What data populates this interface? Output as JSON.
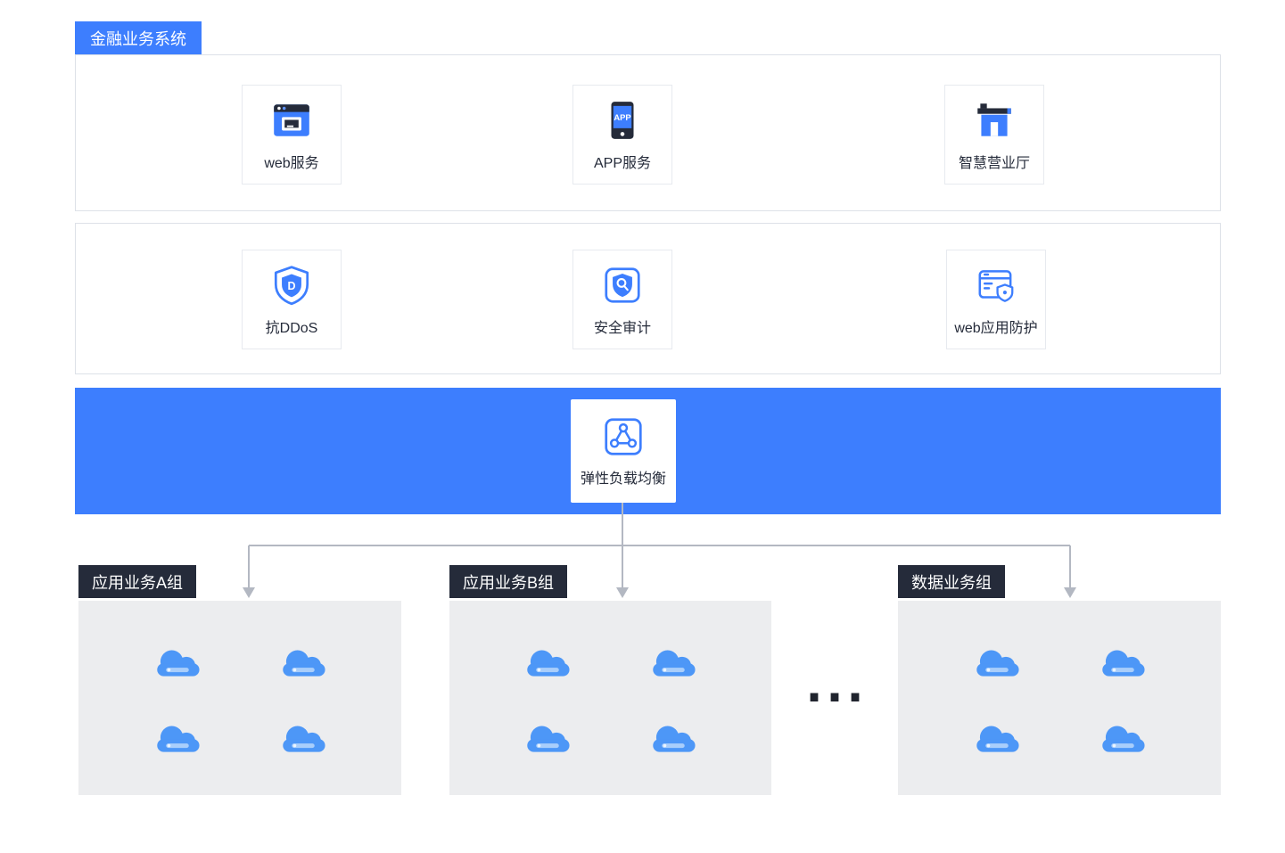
{
  "colors": {
    "accent": "#3D7EFE",
    "dark": "#252B3A",
    "group_background": "#ECEDEF",
    "tier_border": "#DDE1E8",
    "connector": "#B3B8C2",
    "cloud": "#4D97F7"
  },
  "header": {
    "title_badge": "金融业务系统"
  },
  "tiers": {
    "access": {
      "items": [
        {
          "label": "web服务",
          "icon": "web-browser-icon"
        },
        {
          "label": "APP服务",
          "icon": "app-phone-icon"
        },
        {
          "label": "智慧营业厅",
          "icon": "storefront-icon"
        }
      ]
    },
    "security": {
      "items": [
        {
          "label": "抗DDoS",
          "icon": "anti-ddos-shield-icon"
        },
        {
          "label": "安全审计",
          "icon": "security-audit-icon"
        },
        {
          "label": "web应用防护",
          "icon": "waf-shield-icon"
        }
      ]
    }
  },
  "load_balancer": {
    "label": "弹性负载均衡",
    "icon": "load-balancer-icon"
  },
  "groups": [
    {
      "label": "应用业务A组",
      "servers": 4
    },
    {
      "label": "应用业务B组",
      "servers": 4
    },
    {
      "label": "数据业务组",
      "servers": 4
    }
  ],
  "ellipsis": "...",
  "icons": {
    "app_text": "APP",
    "ddos_letter": "D"
  }
}
